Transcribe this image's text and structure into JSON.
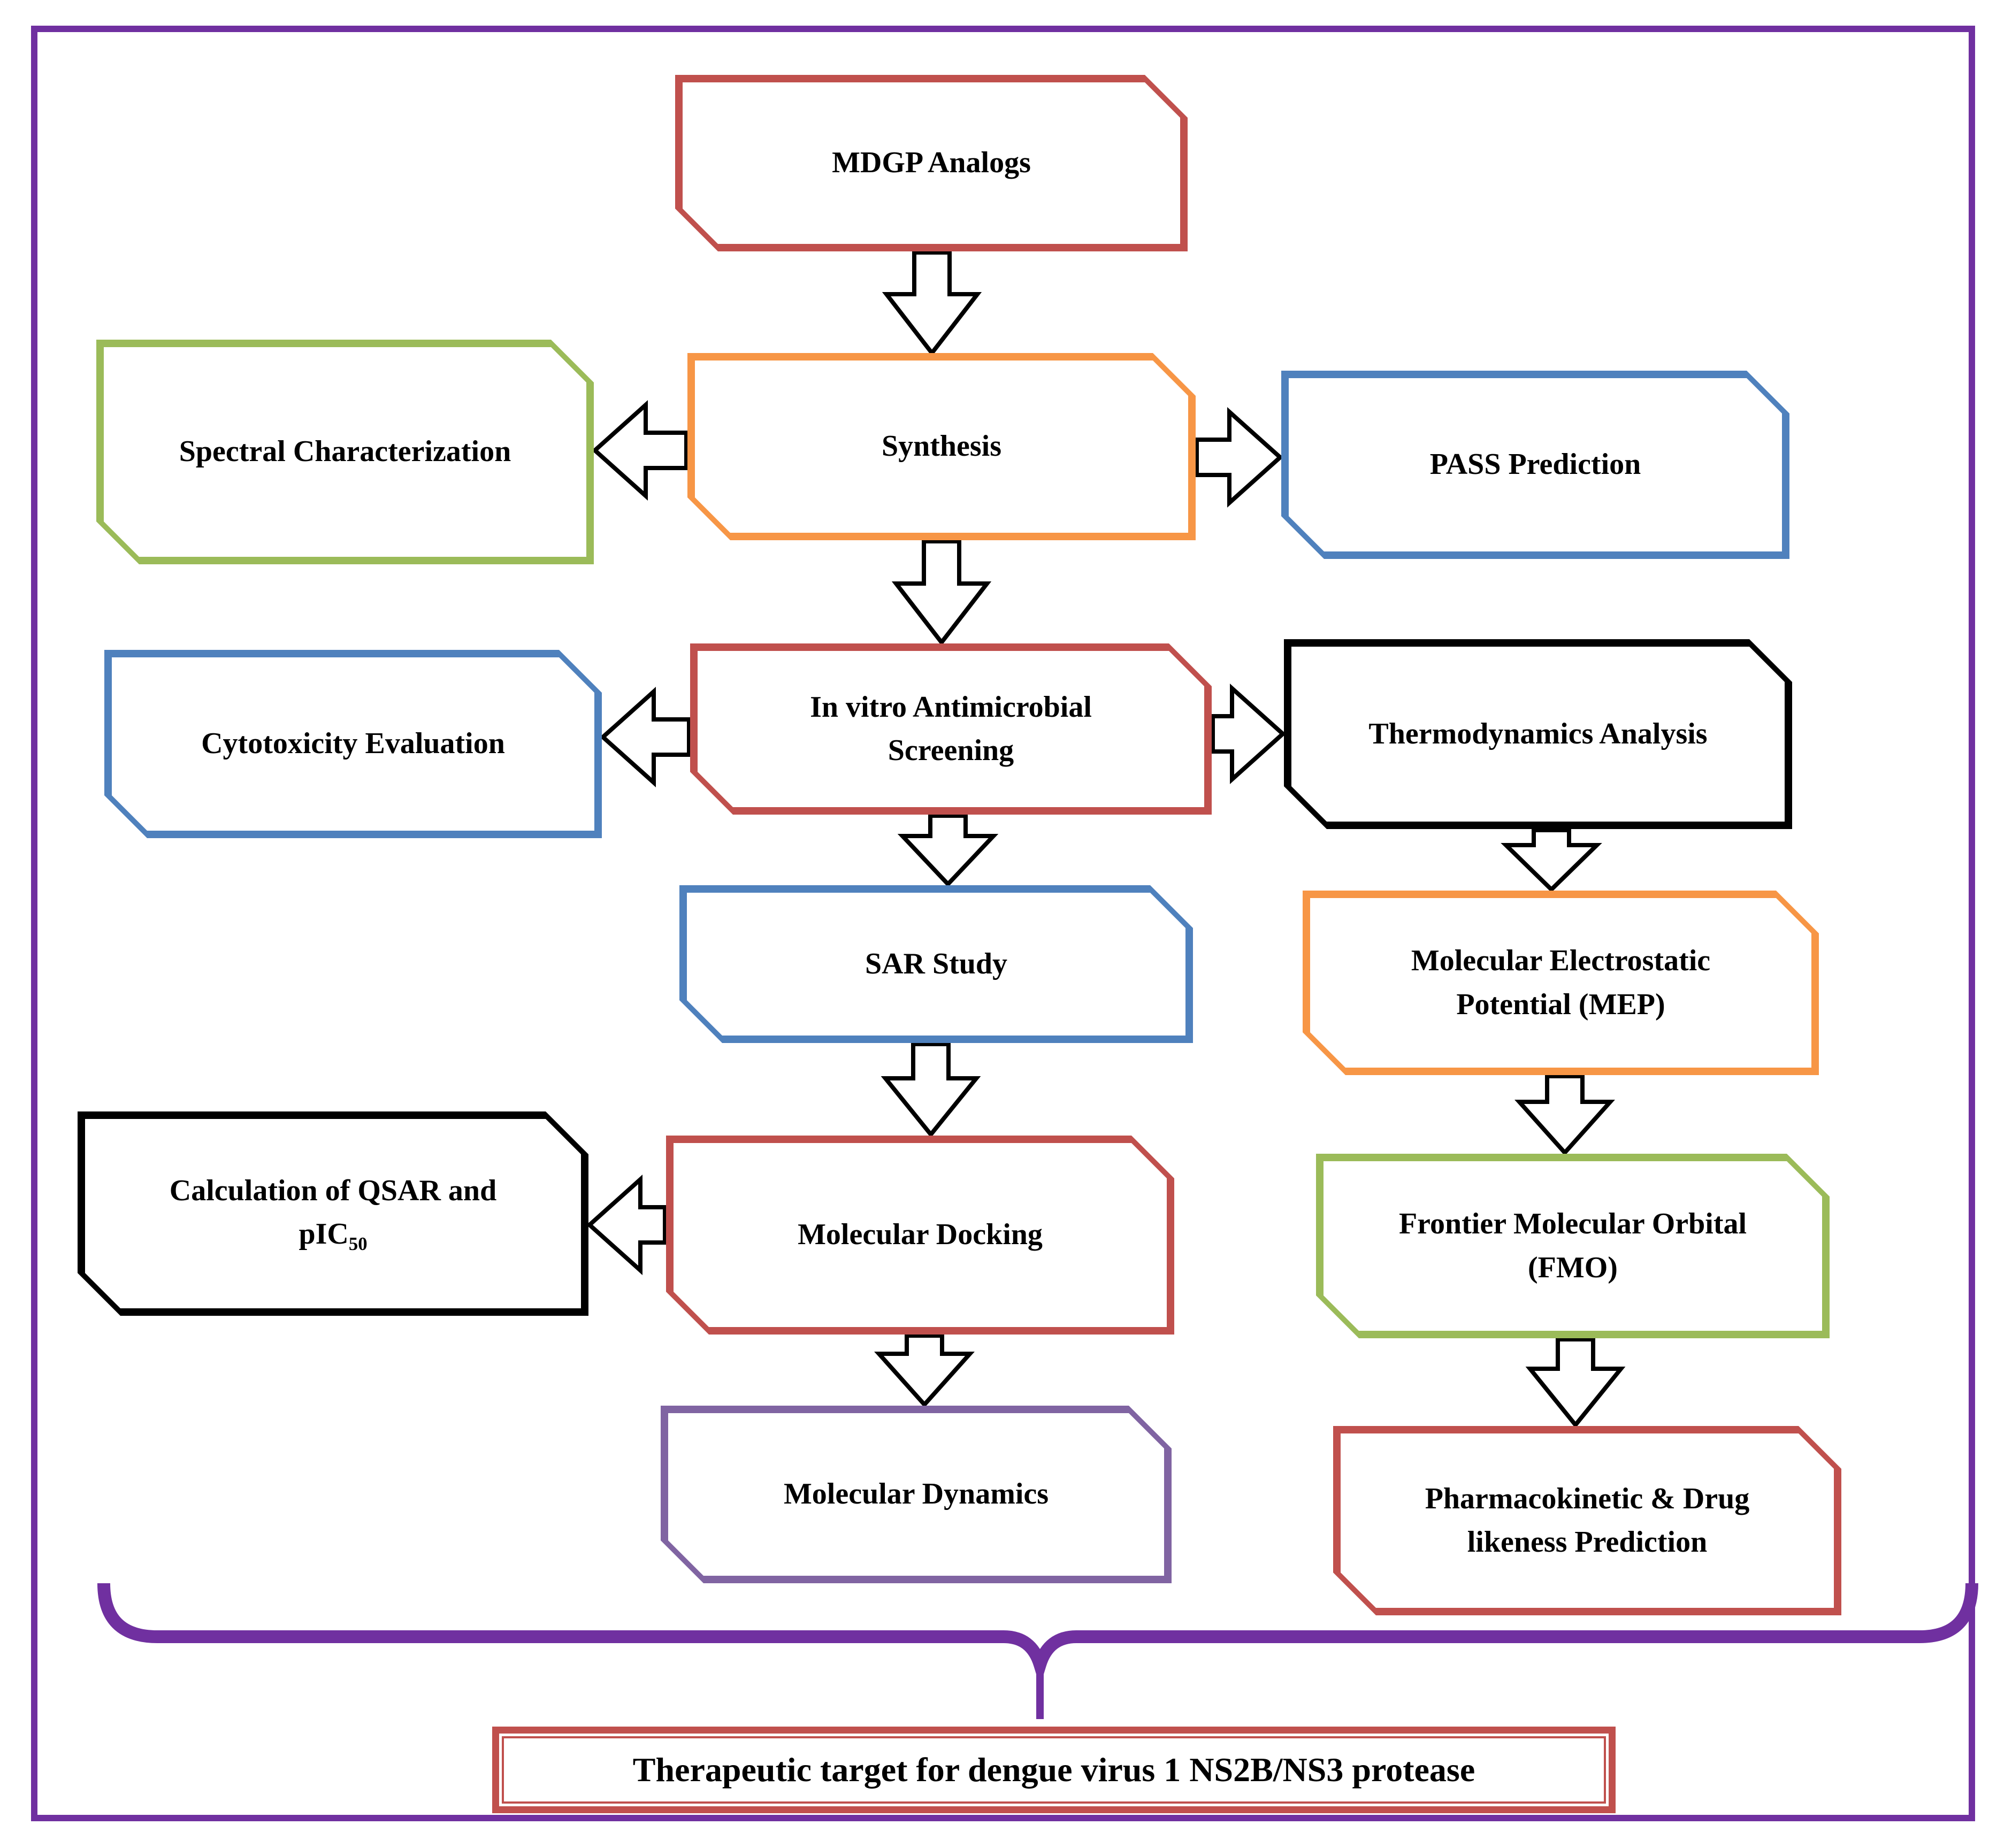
{
  "figure": {
    "type": "flowchart",
    "description": "Research workflow flowchart for MDGP analogs"
  },
  "colors": {
    "red": "#C0504D",
    "orange": "#F79646",
    "green": "#9BBB59",
    "blue": "#4F81BD",
    "black": "#000000",
    "purple": "#8064A2",
    "frame": "#7030A0"
  },
  "nodes": {
    "mdgp": {
      "label": "MDGP Analogs",
      "border": "red"
    },
    "spectral": {
      "label": "Spectral Characterization",
      "border": "green"
    },
    "synthesis": {
      "label": "Synthesis",
      "border": "orange"
    },
    "pass": {
      "label": "PASS Prediction",
      "border": "blue"
    },
    "cytotoxicity": {
      "label": "Cytotoxicity Evaluation",
      "border": "blue"
    },
    "invitro": {
      "label": "In vitro Antimicrobial\nScreening",
      "border": "red"
    },
    "thermodynamics": {
      "label": "Thermodynamics Analysis",
      "border": "black"
    },
    "sar": {
      "label": "SAR Study",
      "border": "blue"
    },
    "mep": {
      "label": "Molecular Electrostatic\nPotential (MEP)",
      "border": "orange"
    },
    "qsar": {
      "line1": "Calculation of QSAR and",
      "line2_prefix": "pIC",
      "line2_sub": "50",
      "border": "black"
    },
    "docking": {
      "label": "Molecular Docking",
      "border": "red"
    },
    "fmo": {
      "label": "Frontier Molecular Orbital\n(FMO)",
      "border": "green"
    },
    "dynamics": {
      "label": "Molecular Dynamics",
      "border": "purple"
    },
    "pharmacokinetic": {
      "label": "Pharmacokinetic & Drug\nlikeness Prediction",
      "border": "red"
    },
    "target": {
      "label": "Therapeutic target for dengue virus 1 NS2B/NS3 protease",
      "border": "red"
    }
  }
}
